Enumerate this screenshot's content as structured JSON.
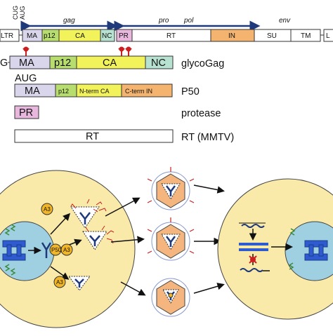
{
  "genome": {
    "ltr_left": "LTR",
    "ltr_right": "L",
    "cug": "CUG",
    "aug": "AUG",
    "gag": "gag",
    "pro": "pro",
    "pol": "pol",
    "env": "env",
    "segments": {
      "ma": "MA",
      "p12": "p12",
      "ca": "CA",
      "nc": "NC",
      "pr": "PR",
      "rt": "RT",
      "in": "IN",
      "su": "SU",
      "tm": "TM"
    }
  },
  "products": {
    "glycogag": {
      "prefix": "G",
      "ma": "MA",
      "p12": "p12",
      "ca": "CA",
      "nc": "NC",
      "label": "glycoGag"
    },
    "p50": {
      "aug": "AUG",
      "ma": "MA",
      "p12": "p12",
      "nterm_ca": "N-term CA",
      "cterm_in": "C-term IN",
      "label": "P50"
    },
    "protease": {
      "pr": "PR",
      "label": "protease"
    },
    "rt": {
      "rt": "RT",
      "label": "RT (MMTV)"
    }
  },
  "cells": {
    "a3": "A3",
    "p50": "P50"
  },
  "colors": {
    "ma": "#d9d6ec",
    "p12": "#b7dd6e",
    "ca": "#f2f25a",
    "nc": "#b7e2d2",
    "pr": "#e8b7de",
    "in": "#f4b36e",
    "cterm_in": "#f4b36e",
    "cell": "#faeaaa",
    "nucleus": "#9fd0e2",
    "virion": "#f4b67e",
    "arrow_blue": "#1f3a7a",
    "glyco_red": "#cc1f1f",
    "dna_blue": "#2f5bd0",
    "a3_yellow": "#f2b625"
  }
}
